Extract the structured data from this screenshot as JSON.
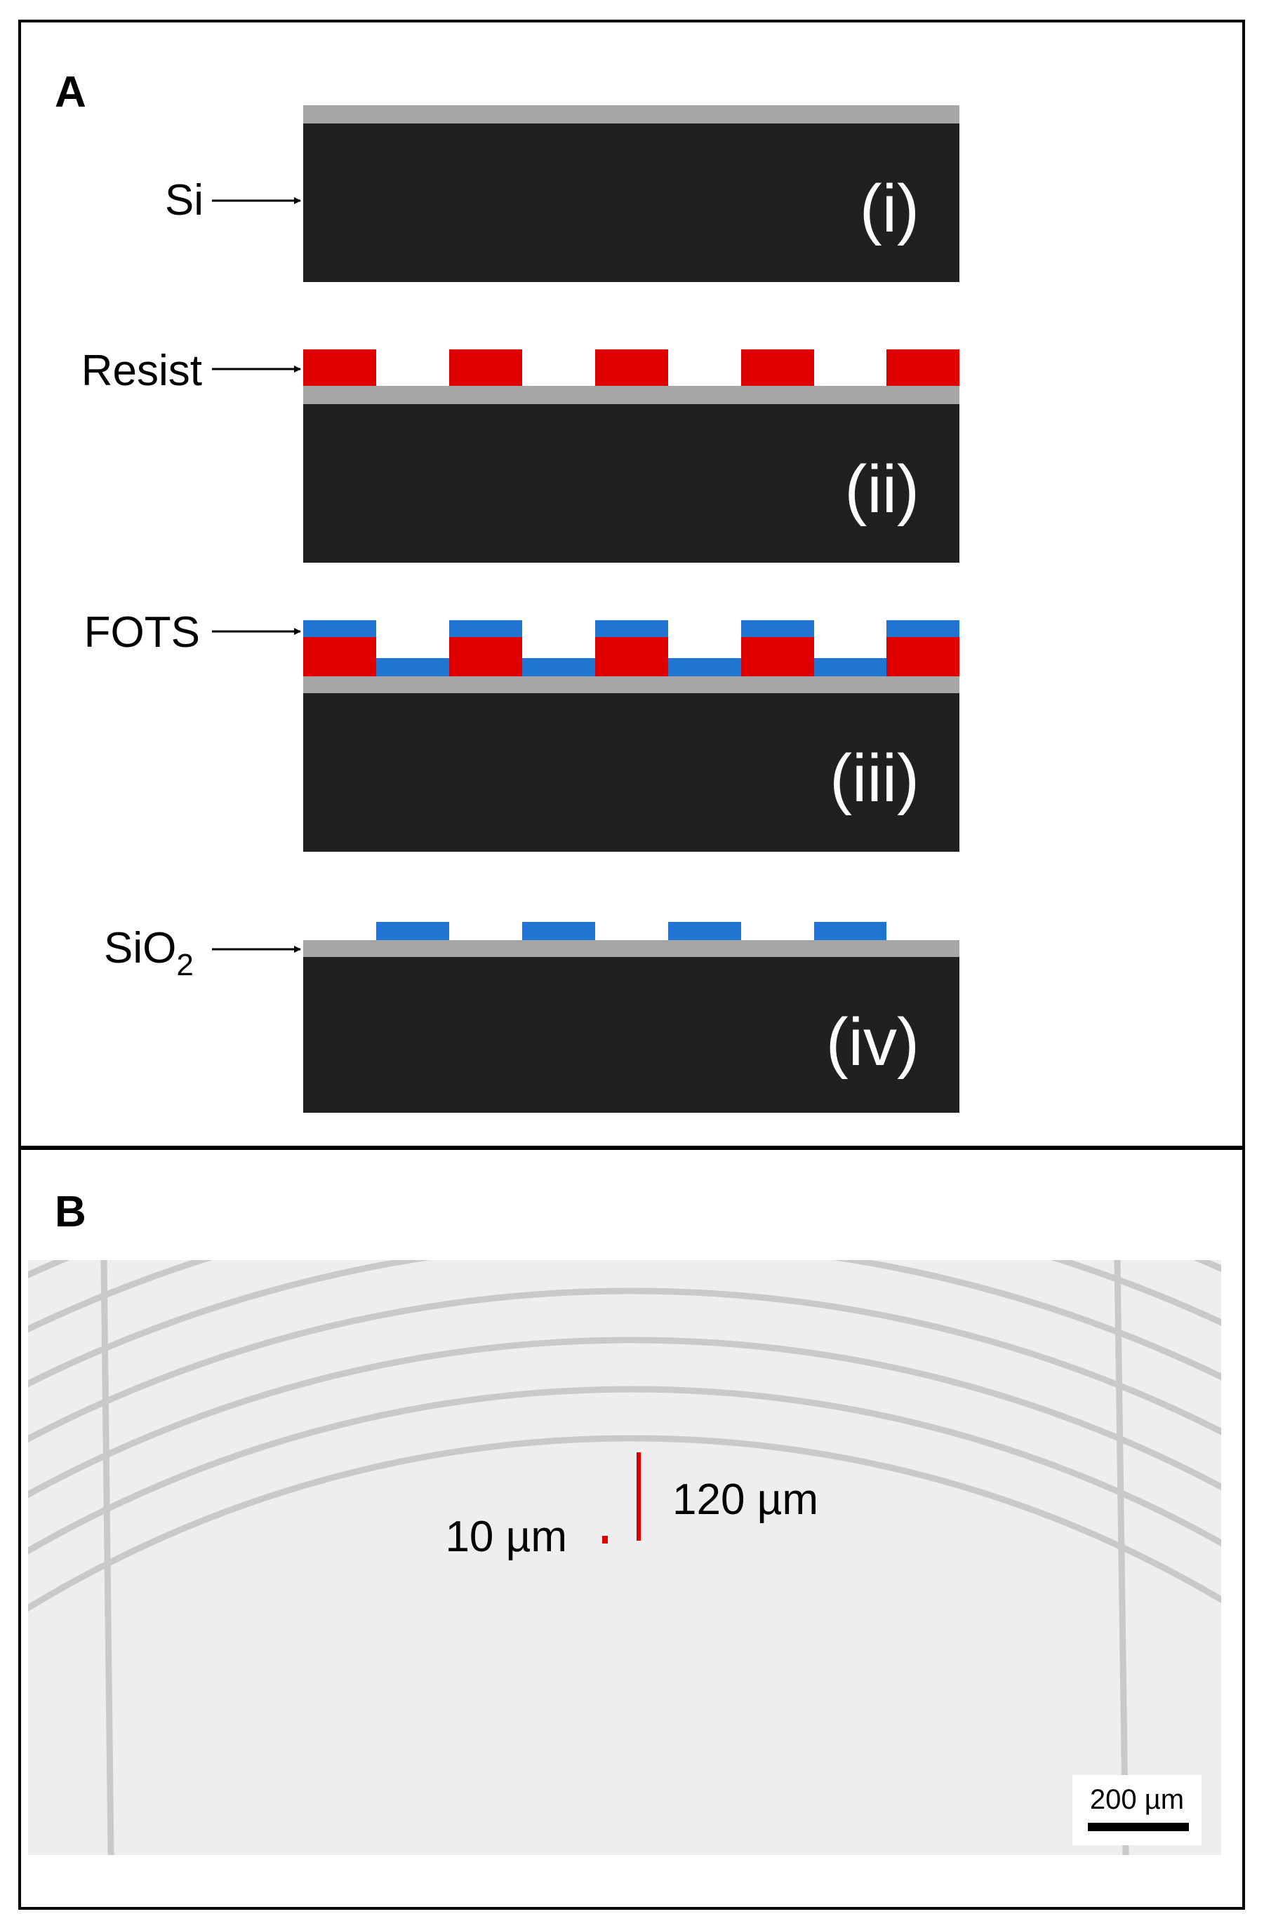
{
  "panel_a": {
    "letter": "A",
    "layer_labels": {
      "si": "Si",
      "resist": "Resist",
      "fots": "FOTS",
      "sio2_base": "SiO",
      "sio2_subscript": "2"
    },
    "step_labels": {
      "step_1": "(i)",
      "step_2": "(ii)",
      "step_3": "(iii)",
      "step_4": "(iv)"
    },
    "colors": {
      "silicon": "#202020",
      "oxide": "#a6a6a6",
      "resist": "#e00000",
      "fots": "#1f75d1"
    }
  },
  "panel_b": {
    "letter": "B",
    "annotations": {
      "gap_width": "10 µm",
      "period": "120 µm"
    },
    "scale_bar": {
      "label": "200 µm"
    },
    "colors": {
      "background": "#eeeeee",
      "stripe": "#c9c9c9",
      "marker": "#e00000"
    }
  }
}
